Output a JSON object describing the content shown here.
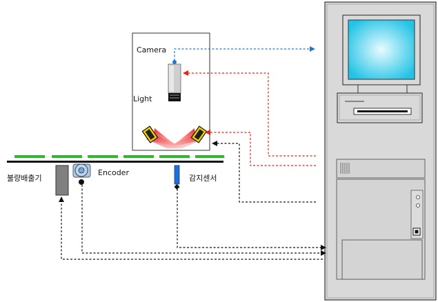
{
  "labels": {
    "camera": "Camera",
    "light": "Light",
    "encoder": "Encoder",
    "sensor": "감지센서",
    "ejector": "불량배출기"
  },
  "colors": {
    "monitor_screen": "#33ccee",
    "computer_body": "#d9d9d9",
    "light_beam": "#e41a1c",
    "conveyor_green": "#2db82d",
    "sensor_blue": "#1e6fd9",
    "ejector_gray": "#808080",
    "blue_line": "#1f77d0",
    "red_line": "#e0241b",
    "black_line": "#111111"
  }
}
